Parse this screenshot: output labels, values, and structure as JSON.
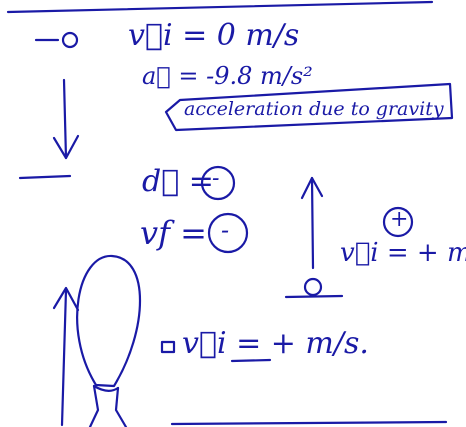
{
  "ink_color": "#1a1aa6",
  "notes": {
    "vi_zero": "v⃗i = 0 m/s",
    "accel": "a⃗ = -9.8 m/s²",
    "gravity_box": "acceleration due to gravity",
    "displacement": "d⃗ =",
    "final_velocity": "vf =",
    "vi_positive": "v⃗i = + m/s",
    "vi_bottom": "v⃗i = + m/s."
  },
  "signs": {
    "displacement": "-",
    "final_velocity": "-",
    "vi_positive": "+"
  }
}
